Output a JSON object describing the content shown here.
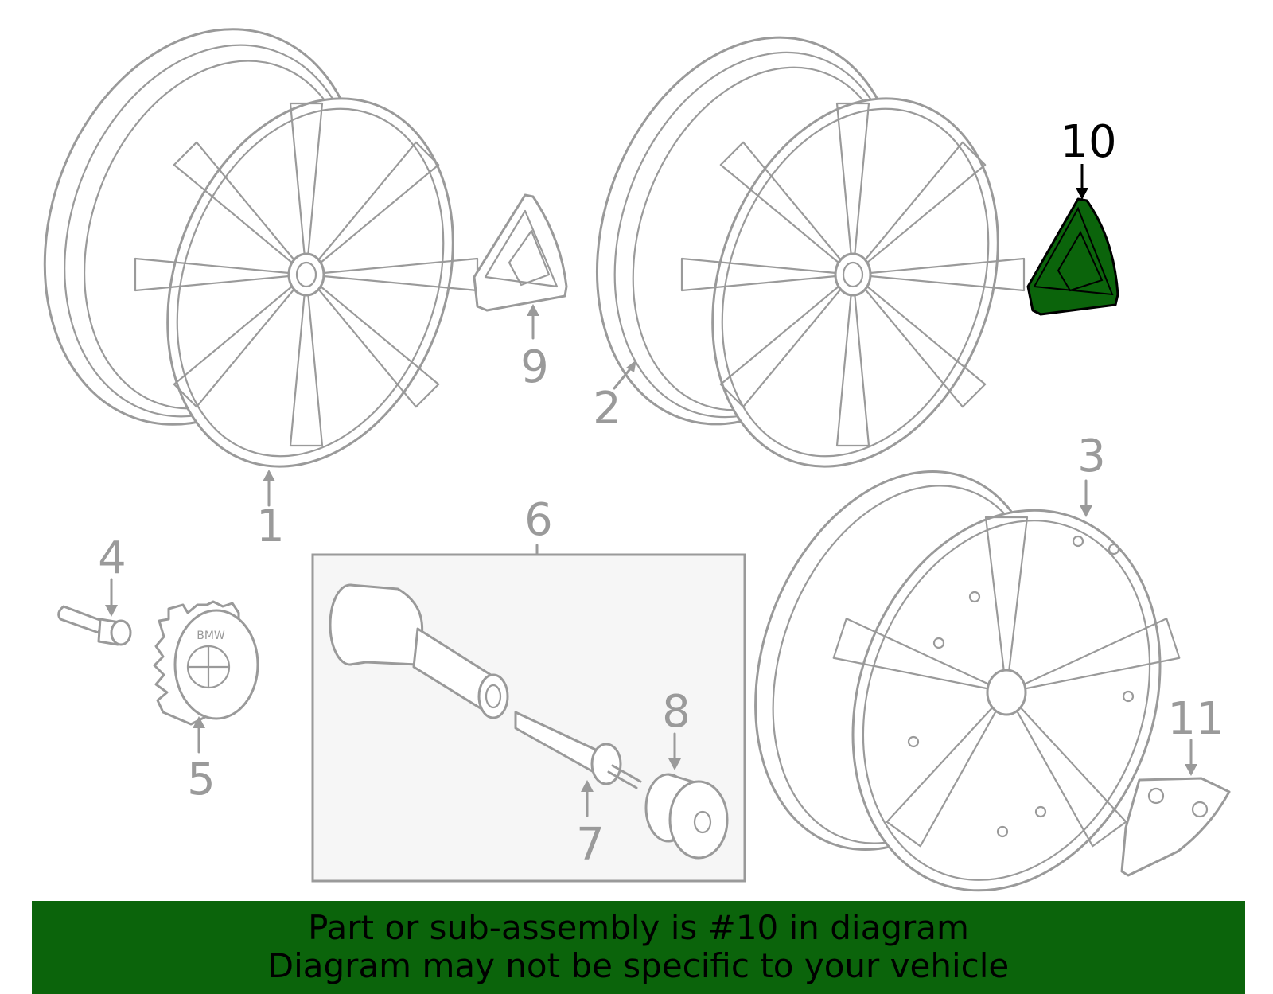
{
  "callouts": {
    "c1": "1",
    "c2": "2",
    "c3": "3",
    "c4": "4",
    "c5": "5",
    "c6": "6",
    "c7": "7",
    "c8": "8",
    "c9": "9",
    "c10": "10",
    "c11": "11"
  },
  "highlight": {
    "part": "10",
    "color": "#0b640b"
  },
  "emblem_text": "BMW",
  "banner": {
    "line1": "Part or sub-assembly is #10 in diagram",
    "line2": "Diagram may not be specific to your vehicle",
    "color": "#0b640b"
  }
}
